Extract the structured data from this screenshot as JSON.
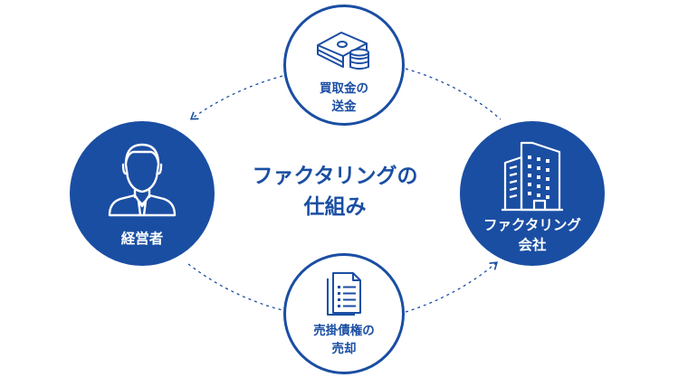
{
  "title": {
    "line1": "ファクタリングの",
    "line2": "仕組み"
  },
  "nodes": {
    "manager": {
      "label": "経営者",
      "icon": "businessman-icon"
    },
    "company": {
      "line1": "ファクタリング",
      "line2": "会社",
      "icon": "office-building-icon"
    },
    "payment": {
      "line1": "買取金の",
      "line2": "送金",
      "icon": "cash-and-coins-icon"
    },
    "sale": {
      "line1": "売掛債権の",
      "line2": "売却",
      "icon": "document-icon"
    }
  },
  "colors": {
    "accent": "#1a4ea3",
    "background": "#ffffff"
  }
}
